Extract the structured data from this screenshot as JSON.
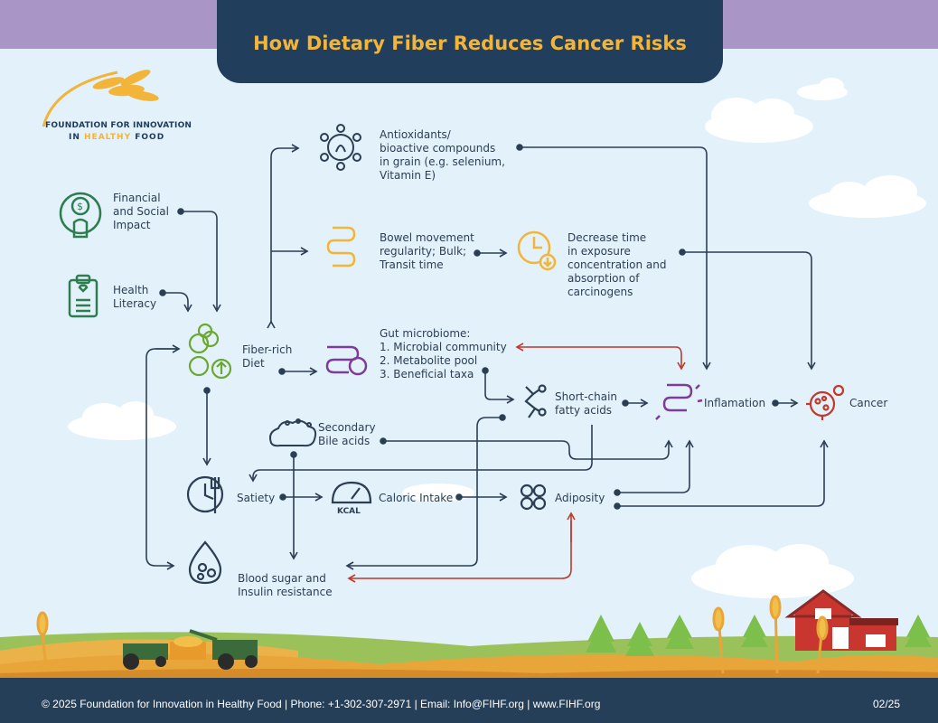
{
  "header": {
    "title": "How Dietary Fiber Reduces Cancer Risks"
  },
  "logo": {
    "line1": "FOUNDATION FOR INNOVATION",
    "line2_a": "IN ",
    "line2_b": "HEALTHY",
    "line2_c": " FOOD"
  },
  "nodes": {
    "financial": "Financial\nand Social\nImpact",
    "literacy": "Health\nLiteracy",
    "fiber": "Fiber-rich\nDiet",
    "antioxidants": "Antioxidants/\nbioactive compounds\nin grain (e.g. selenium,\nVitamin E)",
    "bowel": "Bowel movement\nregularity; Bulk;\nTransit time",
    "decrease": "Decrease time\nin exposure\nconcentration and\nabsorption of\ncarcinogens",
    "gut": "Gut microbiome:\n1. Microbial community\n2. Metabolite pool\n3. Beneficial taxa",
    "scfa": "Short-chain\nfatty acids",
    "inflammation": "Inflamation",
    "cancer": "Cancer",
    "bile": "Secondary\nBile acids",
    "satiety": "Satiety",
    "caloric": "Caloric Intake",
    "adiposity": "Adiposity",
    "blood": "Blood sugar and\nInsulin resistance"
  },
  "kcal": "KCAL",
  "footer": {
    "text": "© 2025 Foundation for Innovation in Healthy Food  |  Phone: +1-302-307-2971 | Email: Info@FIHF.org  |  www.FIHF.org",
    "page": "02/25"
  },
  "colors": {
    "navy": "#213f5c",
    "gold": "#f2b53a",
    "purple": "#a996c6",
    "arrow": "#2b3e52",
    "red": "#c0392b",
    "green": "#6aa832",
    "icon_green": "#2e7d4f"
  }
}
